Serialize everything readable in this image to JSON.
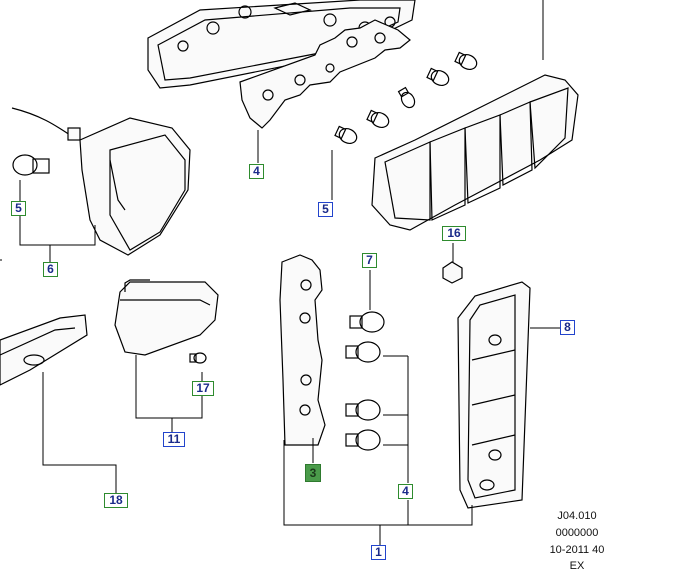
{
  "callouts": [
    {
      "id": "c4a",
      "label": "4",
      "color": "green"
    },
    {
      "id": "c5a",
      "label": "5",
      "color": "green"
    },
    {
      "id": "c5b",
      "label": "5",
      "color": "blue"
    },
    {
      "id": "c6",
      "label": "6",
      "color": "green"
    },
    {
      "id": "c7",
      "label": "7",
      "color": "green"
    },
    {
      "id": "c16",
      "label": "16",
      "color": "green"
    },
    {
      "id": "c8",
      "label": "8",
      "color": "blue"
    },
    {
      "id": "c17",
      "label": "17",
      "color": "green"
    },
    {
      "id": "c11",
      "label": "11",
      "color": "blue"
    },
    {
      "id": "c3",
      "label": "3",
      "color": "filled"
    },
    {
      "id": "c4b",
      "label": "4",
      "color": "green"
    },
    {
      "id": "c18",
      "label": "18",
      "color": "green"
    },
    {
      "id": "c1",
      "label": "1",
      "color": "blue"
    }
  ],
  "reference": {
    "line1": "J04.010",
    "line2": "0000000",
    "line3": "10-2011 40",
    "line4": "EX"
  },
  "colors": {
    "green_border": "#2e8b2e",
    "blue_border": "#2244cc",
    "text": "#1a2a8a"
  }
}
